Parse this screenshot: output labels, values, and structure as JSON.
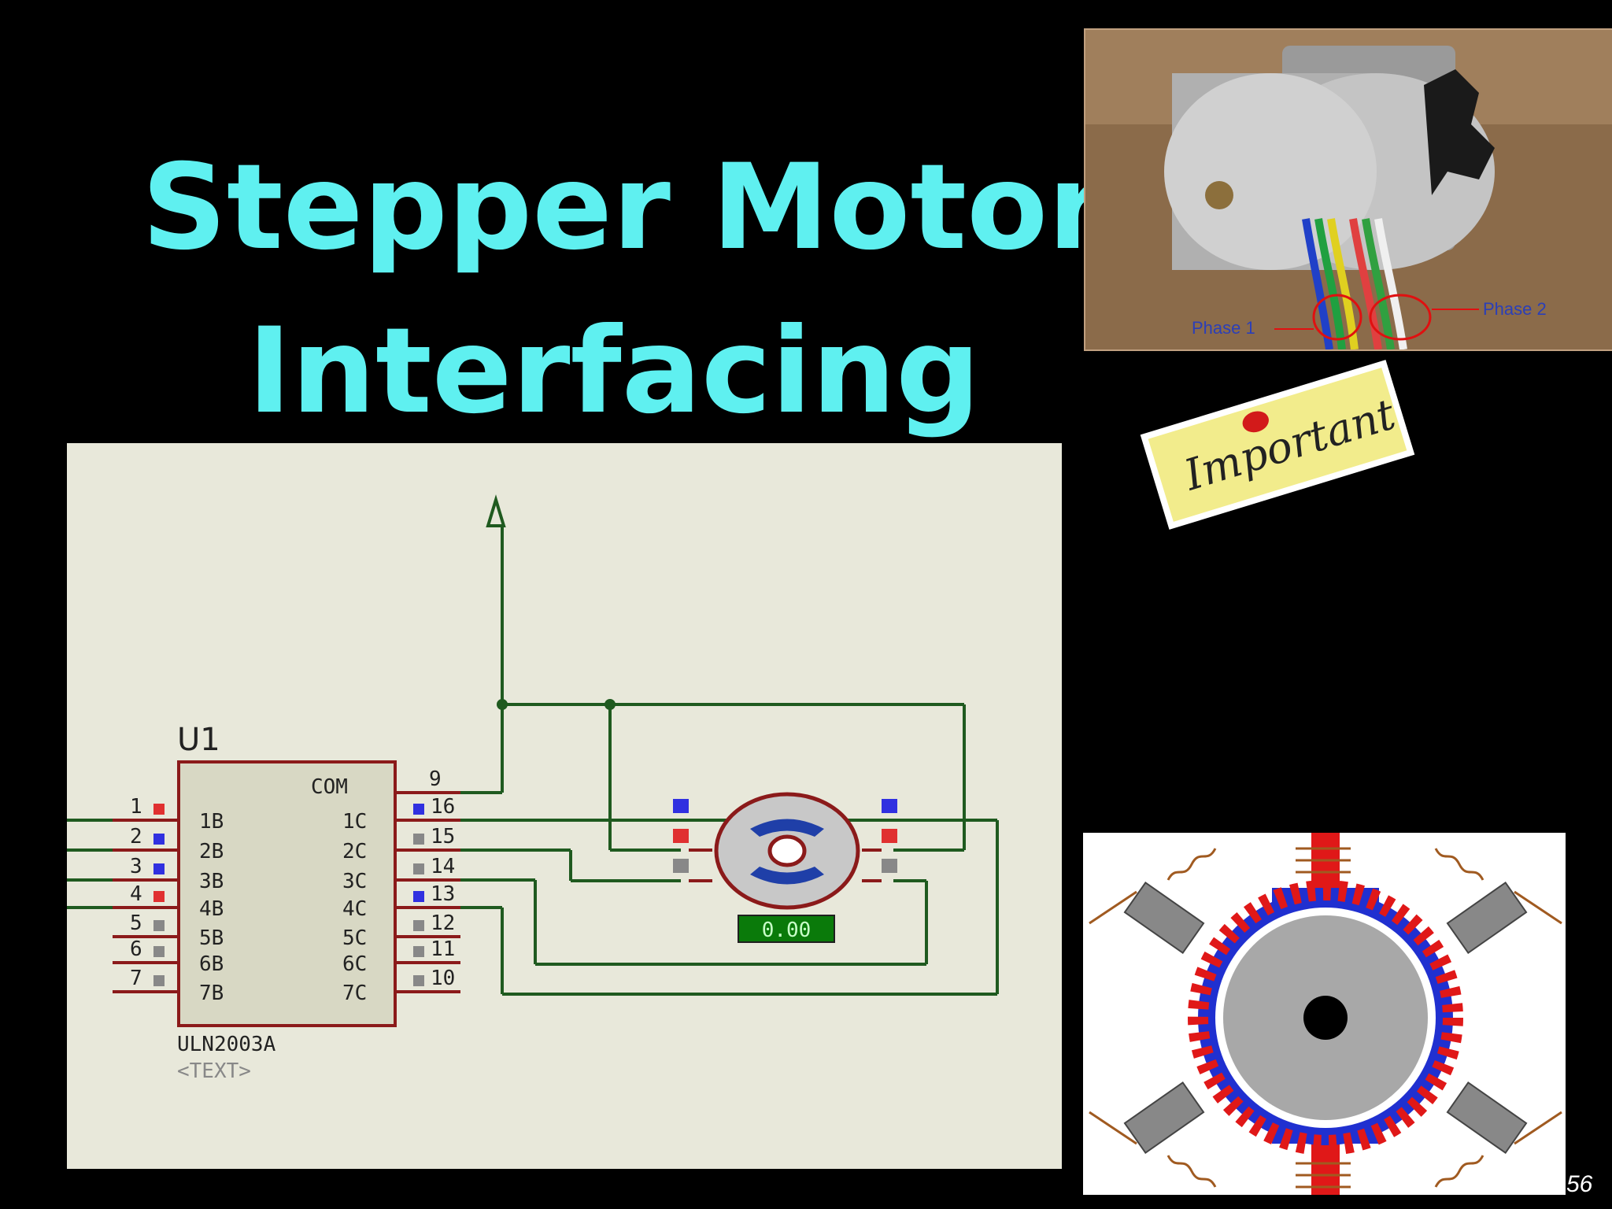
{
  "title": {
    "line1": "Stepper Motor",
    "line2": "Interfacing"
  },
  "schematic": {
    "ref": "U1",
    "part": "ULN2003A",
    "text_placeholder": "<TEXT>",
    "com_label": "COM",
    "pin9": "9",
    "left_pins": [
      {
        "num": "1",
        "label": "1B"
      },
      {
        "num": "2",
        "label": "2B"
      },
      {
        "num": "3",
        "label": "3B"
      },
      {
        "num": "4",
        "label": "4B"
      },
      {
        "num": "5",
        "label": "5B"
      },
      {
        "num": "6",
        "label": "6B"
      },
      {
        "num": "7",
        "label": "7B"
      }
    ],
    "right_pins": [
      {
        "num": "16",
        "label": "1C"
      },
      {
        "num": "15",
        "label": "2C"
      },
      {
        "num": "14",
        "label": "3C"
      },
      {
        "num": "13",
        "label": "4C"
      },
      {
        "num": "12",
        "label": "5C"
      },
      {
        "num": "11",
        "label": "6C"
      },
      {
        "num": "10",
        "label": "7C"
      }
    ],
    "motor_readout": "0.00"
  },
  "photo": {
    "label_phase1": "Phase 1",
    "label_phase2": "Phase 2"
  },
  "note": {
    "text": "Important"
  },
  "page_number": "56",
  "colors": {
    "title": "#5ff0f0",
    "wire": "#1f5a1f",
    "chip_border": "#8b1a1a",
    "panel": "#e8e8da"
  }
}
